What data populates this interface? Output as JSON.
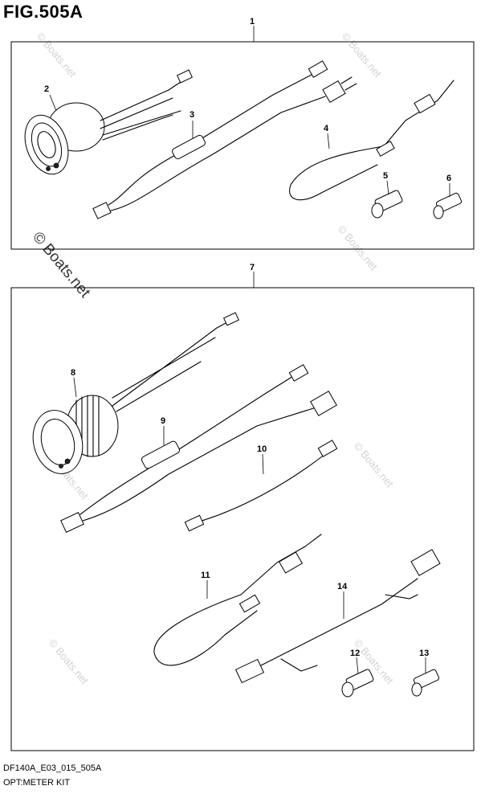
{
  "figure": {
    "title": "FIG.505A"
  },
  "callouts": {
    "c1": "1",
    "c2": "2",
    "c3": "3",
    "c4": "4",
    "c5": "5",
    "c6": "6",
    "c7": "7",
    "c8": "8",
    "c9": "9",
    "c10": "10",
    "c11": "11",
    "c12": "12",
    "c13": "13",
    "c14": "14"
  },
  "watermark": {
    "text": "© Boats.net"
  },
  "footer": {
    "code": "DF140A_E03_015_505A",
    "name": "OPT:METER KIT"
  }
}
